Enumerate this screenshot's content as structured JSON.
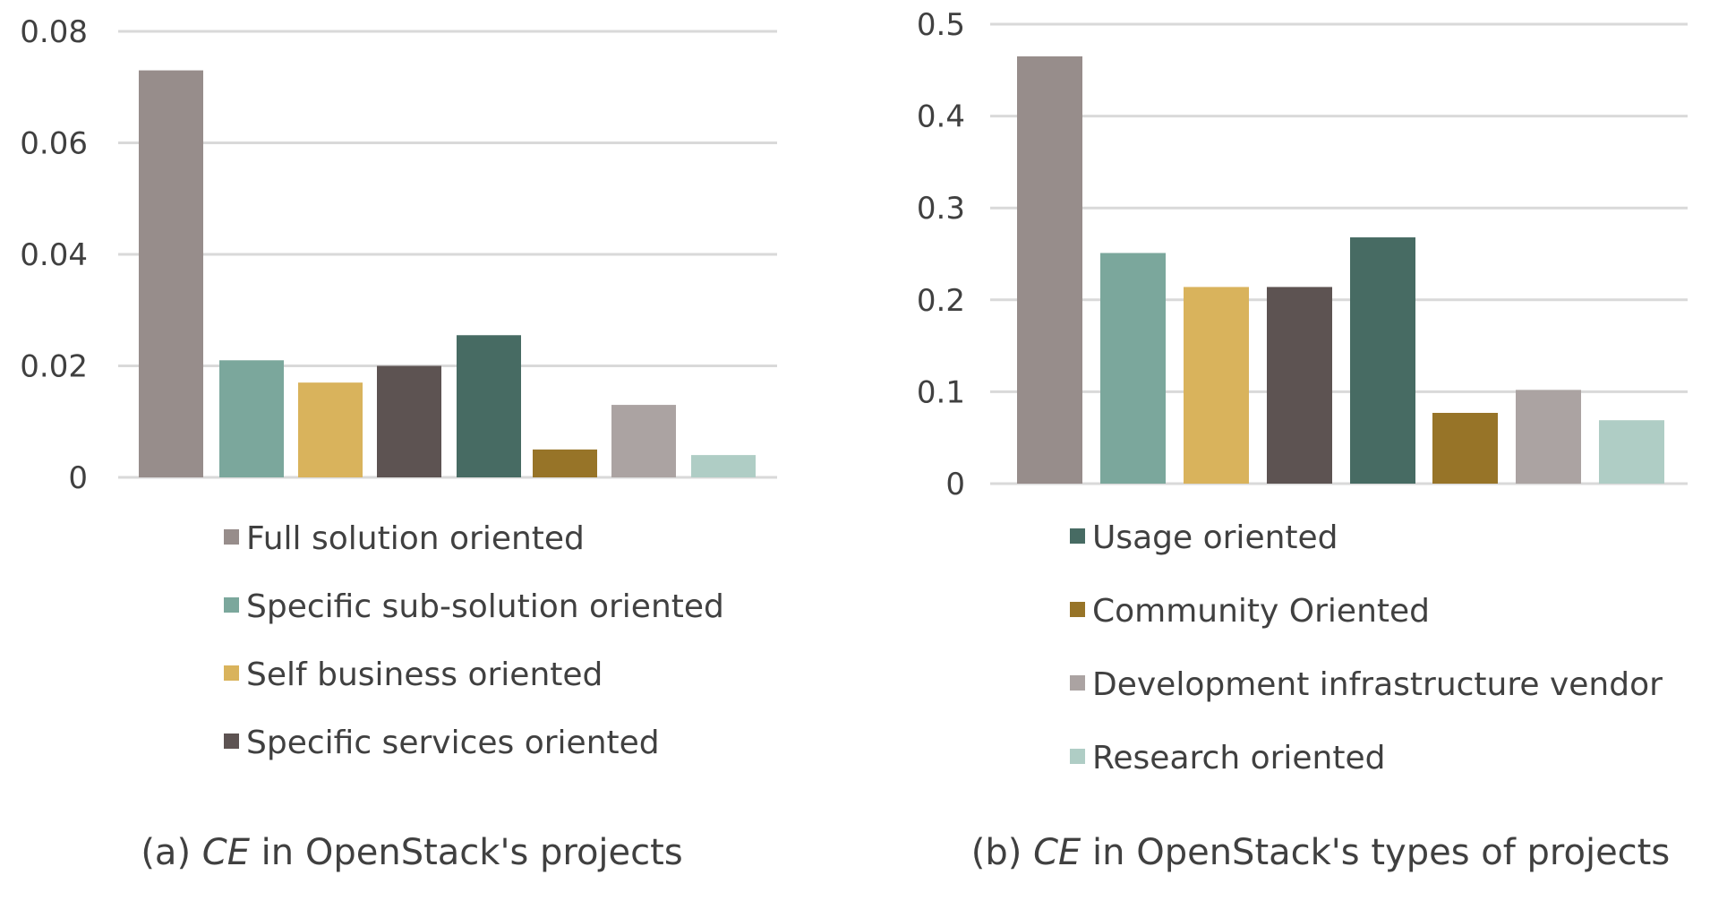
{
  "colors": {
    "full_solution": "#978d8b",
    "sub_solution": "#7ba79c",
    "self_business": "#d9b35c",
    "specific_services": "#5d5352",
    "usage": "#476b63",
    "community": "#977428",
    "dev_infra": "#aba3a2",
    "research": "#afcdc5",
    "grid": "#d9d9d9",
    "text": "#404040"
  },
  "chart_data": [
    {
      "type": "bar",
      "caption_prefix": "(a) ",
      "caption_em": "CE",
      "caption_rest": " in  OpenStack's projects",
      "y_ticks": [
        "0",
        "0.02",
        "0.04",
        "0.06",
        "0.08"
      ],
      "ylim": [
        0,
        0.08
      ],
      "grid": true,
      "legend_position": "bottom",
      "series": [
        {
          "name": "Full  solution oriented",
          "value": 0.073,
          "color_key": "full_solution"
        },
        {
          "name": "Specific sub-solution oriented",
          "value": 0.021,
          "color_key": "sub_solution"
        },
        {
          "name": "Self business oriented",
          "value": 0.017,
          "color_key": "self_business"
        },
        {
          "name": "Specific services oriented",
          "value": 0.02,
          "color_key": "specific_services"
        },
        {
          "name": "",
          "value": 0.0255,
          "color_key": "usage"
        },
        {
          "name": "",
          "value": 0.005,
          "color_key": "community"
        },
        {
          "name": "",
          "value": 0.013,
          "color_key": "dev_infra"
        },
        {
          "name": "",
          "value": 0.004,
          "color_key": "research"
        }
      ]
    },
    {
      "type": "bar",
      "caption_prefix": "(b)  ",
      "caption_em": "CE",
      "caption_rest": " in  OpenStack's types of projects",
      "y_ticks": [
        "0",
        "0.1",
        "0.2",
        "0.3",
        "0.4",
        "0.5"
      ],
      "ylim": [
        0,
        0.5
      ],
      "grid": true,
      "legend_position": "bottom",
      "series": [
        {
          "name": "",
          "value": 0.465,
          "color_key": "full_solution"
        },
        {
          "name": "",
          "value": 0.251,
          "color_key": "sub_solution"
        },
        {
          "name": "",
          "value": 0.214,
          "color_key": "self_business"
        },
        {
          "name": "",
          "value": 0.214,
          "color_key": "specific_services"
        },
        {
          "name": "Usage oriented",
          "value": 0.268,
          "color_key": "usage"
        },
        {
          "name": "Community Oriented",
          "value": 0.077,
          "color_key": "community"
        },
        {
          "name": "Development infrastructure vendor",
          "value": 0.102,
          "color_key": "dev_infra"
        },
        {
          "name": "Research oriented",
          "value": 0.069,
          "color_key": "research"
        }
      ]
    }
  ]
}
